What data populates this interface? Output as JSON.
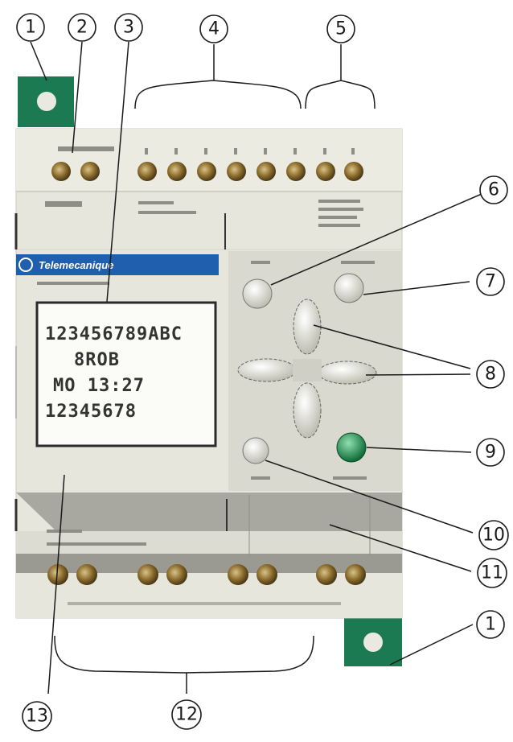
{
  "brand": {
    "label": "Telemecanique",
    "color": "#1f5fae"
  },
  "lcd": {
    "lines": [
      "123456789ABC",
      "8ROB",
      "MO   13:27",
      "12345678"
    ]
  },
  "callouts": [
    {
      "id": "c1a",
      "number": "1"
    },
    {
      "id": "c2",
      "number": "2"
    },
    {
      "id": "c3",
      "number": "3"
    },
    {
      "id": "c4",
      "number": "4"
    },
    {
      "id": "c5",
      "number": "5"
    },
    {
      "id": "c6",
      "number": "6"
    },
    {
      "id": "c7",
      "number": "7"
    },
    {
      "id": "c8",
      "number": "8"
    },
    {
      "id": "c9",
      "number": "9"
    },
    {
      "id": "c10",
      "number": "10"
    },
    {
      "id": "c11",
      "number": "11"
    },
    {
      "id": "c1b",
      "number": "1"
    },
    {
      "id": "c13",
      "number": "13"
    },
    {
      "id": "c12",
      "number": "12"
    }
  ],
  "colors": {
    "mounting_tab": "#1c7a52",
    "ok_button": "#1a8a4a",
    "housing": "#e6e6dc",
    "terminal": "#8a6a2a"
  }
}
